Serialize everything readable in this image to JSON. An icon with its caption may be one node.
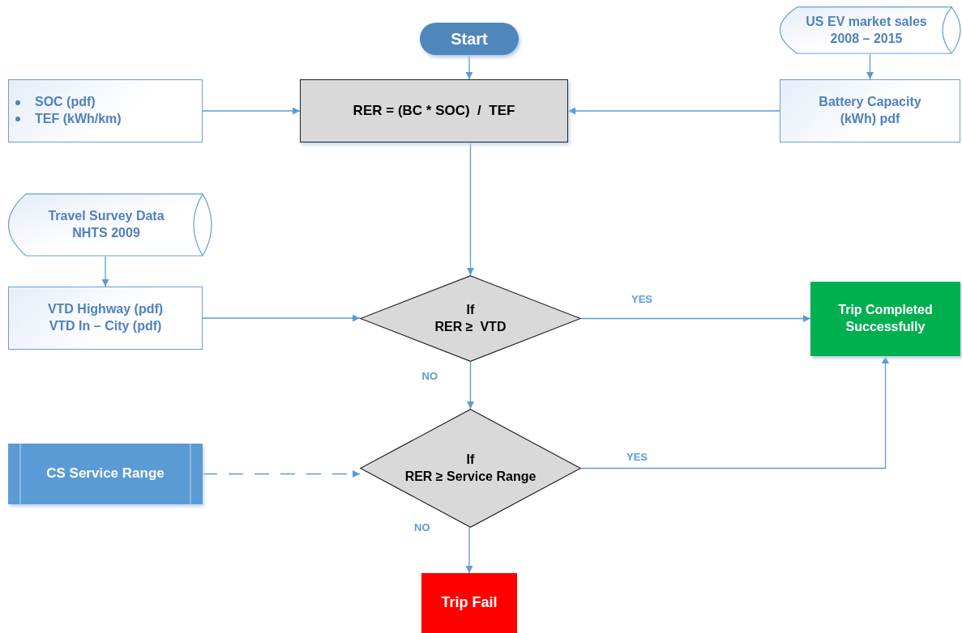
{
  "diagram": {
    "nodes": [
      {
        "text": [
          "Start"
        ]
      },
      {
        "text": [
          "RER = (BC * SOC)  /  TEF"
        ]
      },
      {
        "text": [
          "SOC (pdf)",
          "TEF (kWh/km)"
        ]
      },
      {
        "text": [
          "US EV market sales 2008 – 2015"
        ]
      },
      {
        "text": [
          "Battery Capacity (kWh) pdf"
        ]
      },
      {
        "text": [
          "Travel Survey Data NHTS 2009"
        ]
      },
      {
        "text": [
          "VTD Highway (pdf)",
          "VTD In – City (pdf)"
        ]
      },
      {
        "text": [
          "If",
          "RER ≥  VTD"
        ]
      },
      {
        "text": [
          "Trip Completed Successfully"
        ]
      },
      {
        "text": [
          "If",
          "RER ≥ Service Range"
        ]
      },
      {
        "text": [
          "CS Service Range"
        ]
      },
      {
        "text": [
          "Trip Fail"
        ]
      }
    ],
    "edges": [
      {
        "from": 0,
        "to": 1,
        "arrow": "to"
      },
      {
        "from": 2,
        "to": 1,
        "arrow": "to"
      },
      {
        "from": 3,
        "to": 4,
        "arrow": "to"
      },
      {
        "from": 4,
        "to": 1,
        "arrow": "to"
      },
      {
        "from": 1,
        "to": 7,
        "arrow": "to"
      },
      {
        "from": 5,
        "to": 6,
        "arrow": "to"
      },
      {
        "from": 6,
        "to": 7,
        "arrow": "to"
      },
      {
        "from": 7,
        "to": 8,
        "arrow": "to",
        "label": "YES"
      },
      {
        "from": 7,
        "to": 9,
        "arrow": "to",
        "label": "NO"
      },
      {
        "from": 10,
        "to": 9,
        "arrow": "to",
        "style": "dashed"
      },
      {
        "from": 9,
        "to": 8,
        "arrow": "to",
        "label": "YES"
      },
      {
        "from": 9,
        "to": 11,
        "arrow": "to",
        "label": "NO"
      }
    ]
  }
}
